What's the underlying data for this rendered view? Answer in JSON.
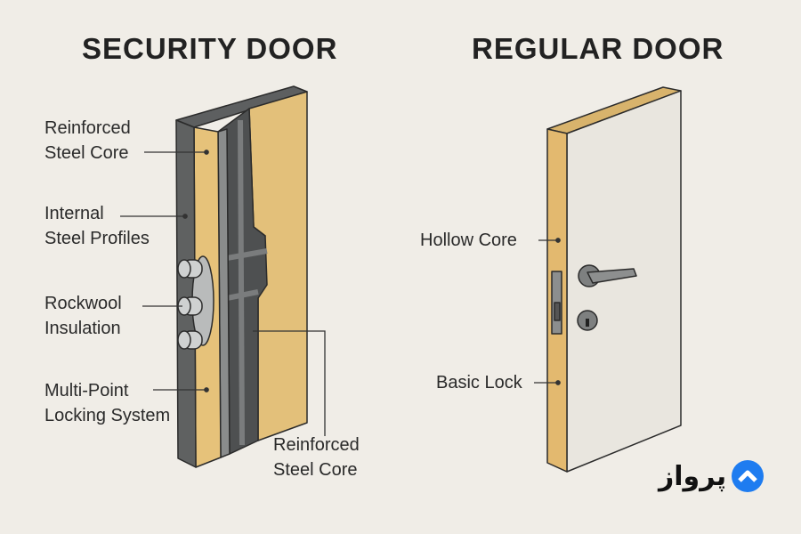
{
  "security": {
    "title": "SECURITY DOOR",
    "labels": {
      "reinforced_core_top": "Reinforced\nSteel Core",
      "internal_profiles": "Internal\nSteel Profiles",
      "rockwool": "Rockwool\nInsulation",
      "locking": "Multi-Point\nLocking System",
      "reinforced_core_bottom": "Reinforced\nSteel Core"
    }
  },
  "regular": {
    "title": "REGULAR DOOR",
    "labels": {
      "hollow_core": "Hollow Core",
      "basic_lock": "Basic Lock"
    }
  },
  "logo": {
    "text": "پرواز",
    "accent": "#1e7cf0"
  },
  "colors": {
    "background": "#f0ede7",
    "steel": "#6b6d6d",
    "insulation": "#e6c27a",
    "door_face": "#e9e6df"
  }
}
